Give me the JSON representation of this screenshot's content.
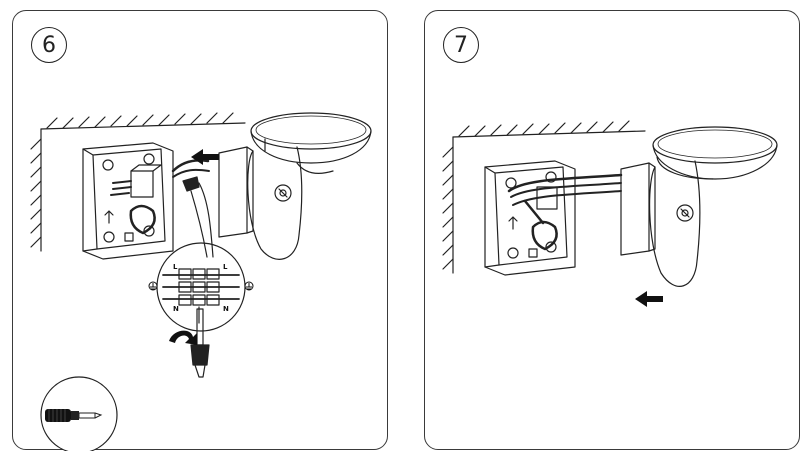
{
  "steps": [
    {
      "number": "6",
      "terminal_labels": [
        "L",
        "L",
        "N",
        "N"
      ]
    },
    {
      "number": "7"
    }
  ],
  "icons": [
    "screwdriver-icon",
    "arrow-left-icon",
    "rotate-arrow-icon",
    "ground-symbol-icon"
  ]
}
